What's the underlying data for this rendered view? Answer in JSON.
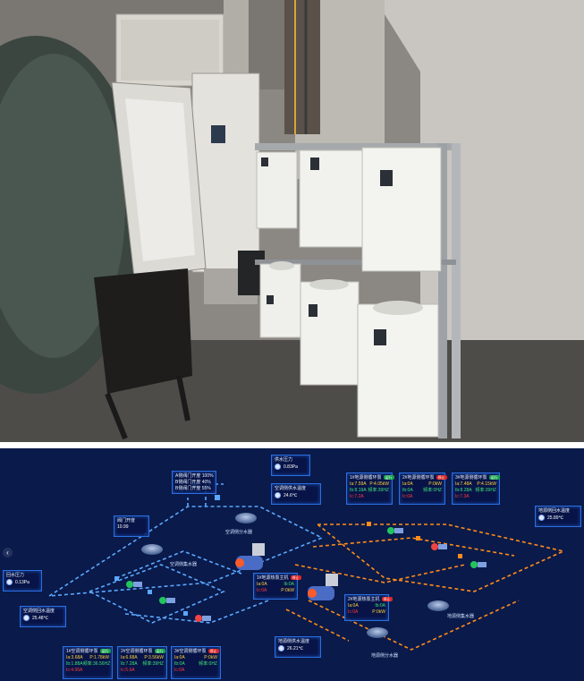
{
  "scada": {
    "supply_pressure": {
      "title": "供水压力",
      "value": "0.83Pa"
    },
    "ac_supply_temp": {
      "title": "空调侧供水温度",
      "value": "24.6℃"
    },
    "valve_3way": {
      "title": "A侧阀门开度 100%",
      "line2": "B侧阀门开度 40%",
      "line3": "B侧阀门开度 55%"
    },
    "valve_open": {
      "title": "阀门开度",
      "value": "10.99"
    },
    "return_pressure": {
      "title": "回水压力",
      "value": "0.13Pa"
    },
    "ac_return_temp": {
      "title": "空调侧回水温度",
      "value": "25.48℃"
    },
    "ground_return_temp": {
      "title": "地源侧回水温度",
      "value": "25.89℃"
    },
    "ground_supply_temp": {
      "title": "地源侧供水温度",
      "value": "26.21℃"
    },
    "labels": {
      "ac_water_collector": "空调侧集水器",
      "ac_water_divider": "空调侧分水器",
      "ground_water_collector": "地源侧集水器",
      "ground_water_divider": "地源侧分水器"
    },
    "top_pumps": [
      {
        "title": "1#地源侧循环泵",
        "status": "运行",
        "ia": "Ia:7.59A",
        "p": "P:4.05kW",
        "ib": "Ib:8.19A",
        "f": "频率:39HZ",
        "ic": "Ic:7.2A"
      },
      {
        "title": "2#地源侧循环泵",
        "status": "停止",
        "ia": "Ia:0A",
        "p": "P:0kW",
        "ib": "Ib:0A",
        "f": "频率:0HZ",
        "ic": "Ic:0A"
      },
      {
        "title": "3#地源侧循环泵",
        "status": "运行",
        "ia": "Ia:7.48A",
        "p": "P:4.15kW",
        "ib": "Ib:8.28A",
        "f": "频率:39HZ",
        "ic": "Ic:7.3A"
      }
    ],
    "host1": {
      "title": "1#地源热泵主机",
      "status": "停止",
      "ia": "Ia:0A",
      "ib": "Ib:0A",
      "ic": "Ic:0A",
      "p": "P:0kW"
    },
    "host2": {
      "title": "2#地源热泵主机",
      "status": "停止",
      "ia": "Ia:0A",
      "ib": "Ib:0A",
      "ic": "Ic:0A",
      "p": "P:0kW"
    },
    "bottom_pumps": [
      {
        "title": "1#空调侧循环泵",
        "status": "运行",
        "ia": "Ia:3.68A",
        "p": "P:1.78kW",
        "ib": "Ib:1.88A",
        "f": "频率:36.56HZ",
        "ic": "Ic:4.06A"
      },
      {
        "title": "2#空调侧循环泵",
        "status": "运行",
        "ia": "Ia:6.68A",
        "p": "P:3.56kW",
        "ib": "Ib:7.28A",
        "f": "频率:39HZ",
        "ic": "Ic:5.6A"
      },
      {
        "title": "3#空调侧循环泵",
        "status": "停止",
        "ia": "Ia:0A",
        "p": "P:0kW",
        "ib": "Ib:0A",
        "f": "频率:0HZ",
        "ic": "Ic:0A"
      }
    ],
    "colors": {
      "cold_pipe": "#5aa8ff",
      "warm_pipe": "#ff8c1a",
      "panel_bg": "#0a1a4a",
      "box_border": "#2c6fe0"
    }
  }
}
